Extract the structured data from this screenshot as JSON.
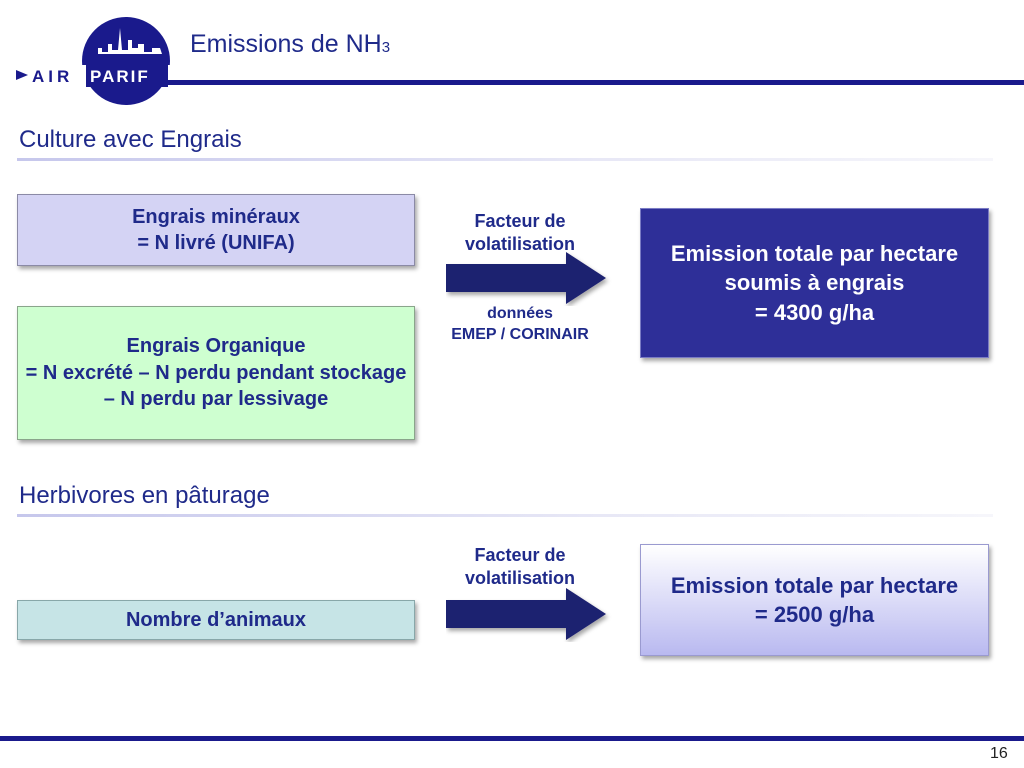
{
  "header": {
    "logo_text_left": "AIR",
    "logo_text_right": "PARIF",
    "title_main": "Emissions de NH",
    "title_sub": "3"
  },
  "section1": {
    "title": "Culture avec Engrais",
    "box_mineraux": "Engrais minéraux\n= N livré (UNIFA)",
    "box_organique": "Engrais Organique\n= N excrété – N perdu pendant stockage – N perdu par lessivage",
    "factor_label": "Facteur de\nvolatilisation",
    "source_label": "données\nEMEP / CORINAIR",
    "result": "Emission totale par hectare soumis à engrais\n= 4300 g/ha"
  },
  "section2": {
    "title": "Herbivores en pâturage",
    "box_animaux": "Nombre d’animaux",
    "factor_label": "Facteur de\nvolatilisation",
    "result": "Emission totale par hectare\n= 2500 g/ha"
  },
  "footer": {
    "page_number": "16"
  },
  "colors": {
    "navy": "#1a1a8c",
    "text_blue": "#1f2a8a",
    "mineraux_fill": "#d4d3f4",
    "organique_fill": "#ceffd0",
    "animaux_fill": "#c6e4e6",
    "emission_fill": "#2e2f98"
  }
}
